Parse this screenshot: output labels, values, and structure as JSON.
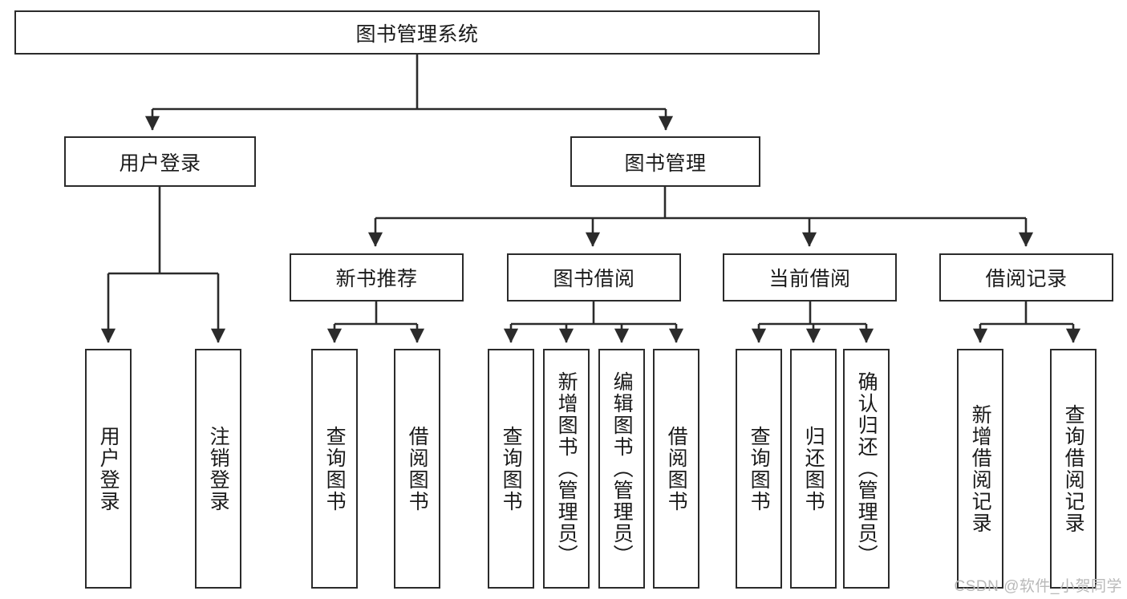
{
  "diagram": {
    "type": "tree-hierarchy",
    "title": "图书管理系统",
    "watermark": "CSDN @软件_小贺同学",
    "colors": {
      "stroke": "#2b2b2b",
      "fill": "#ffffff",
      "text": "#1a1a1a",
      "watermark": "#b9b9b9"
    },
    "nodes": {
      "root": {
        "label": "图书管理系统",
        "level": 0,
        "orientation": "horizontal"
      },
      "l1": [
        {
          "id": "user-login",
          "label": "用户登录",
          "orientation": "horizontal"
        },
        {
          "id": "book-manage",
          "label": "图书管理",
          "orientation": "horizontal"
        }
      ],
      "l2": [
        {
          "id": "new-book-recommend",
          "label": "新书推荐",
          "orientation": "horizontal",
          "parent": "book-manage"
        },
        {
          "id": "book-borrow",
          "label": "图书借阅",
          "orientation": "horizontal",
          "parent": "book-manage"
        },
        {
          "id": "current-borrow",
          "label": "当前借阅",
          "orientation": "horizontal",
          "parent": "book-manage"
        },
        {
          "id": "borrow-record",
          "label": "借阅记录",
          "orientation": "horizontal",
          "parent": "book-manage"
        }
      ],
      "leaves": [
        {
          "id": "leaf-user-login",
          "label": "用户登录",
          "orientation": "vertical",
          "parent": "user-login"
        },
        {
          "id": "leaf-logout-login",
          "label": "注销登录",
          "orientation": "vertical",
          "parent": "user-login"
        },
        {
          "id": "leaf-query-book-1",
          "label": "查询图书",
          "orientation": "vertical",
          "parent": "new-book-recommend"
        },
        {
          "id": "leaf-borrow-book-1",
          "label": "借阅图书",
          "orientation": "vertical",
          "parent": "new-book-recommend"
        },
        {
          "id": "leaf-query-book-2",
          "label": "查询图书",
          "orientation": "vertical",
          "parent": "book-borrow"
        },
        {
          "id": "leaf-add-book",
          "label": "新增图书（管理员）",
          "orientation": "vertical",
          "parent": "book-borrow"
        },
        {
          "id": "leaf-edit-book",
          "label": "编辑图书（管理员）",
          "orientation": "vertical",
          "parent": "book-borrow"
        },
        {
          "id": "leaf-borrow-book-2",
          "label": "借阅图书",
          "orientation": "vertical",
          "parent": "book-borrow"
        },
        {
          "id": "leaf-query-book-3",
          "label": "查询图书",
          "orientation": "vertical",
          "parent": "current-borrow"
        },
        {
          "id": "leaf-return-book",
          "label": "归还图书",
          "orientation": "vertical",
          "parent": "current-borrow"
        },
        {
          "id": "leaf-confirm-return",
          "label": "确认归还（管理员）",
          "orientation": "vertical",
          "parent": "current-borrow"
        },
        {
          "id": "leaf-add-record",
          "label": "新增借阅记录",
          "orientation": "vertical",
          "parent": "borrow-record"
        },
        {
          "id": "leaf-query-record",
          "label": "查询借阅记录",
          "orientation": "vertical",
          "parent": "borrow-record"
        }
      ]
    }
  }
}
